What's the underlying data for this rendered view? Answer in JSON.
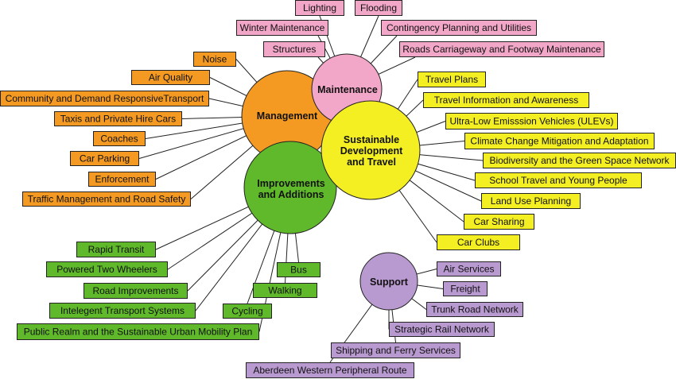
{
  "colors": {
    "maintenance": "#f2a6c8",
    "management": "#f49a22",
    "sustainable": "#f4ef22",
    "improvements": "#5fb92a",
    "support": "#b99ad0",
    "line": "#222222"
  },
  "hubs": {
    "management": {
      "label": "Management"
    },
    "maintenance": {
      "label": "Maintenance"
    },
    "sustainable": {
      "lines": [
        "Sustainable",
        "Development",
        "and Travel"
      ]
    },
    "improvements": {
      "lines": [
        "Improvements",
        "and Additions"
      ]
    },
    "support": {
      "label": "Support"
    }
  },
  "maintenance_items": [
    "Lighting",
    "Flooding",
    "Winter Maintenance",
    "Contingency Planning and Utilities",
    "Structures",
    "Roads Carriageway and Footway Maintenance"
  ],
  "management_items": [
    "Noise",
    "Air Quality",
    "Community and Demand ResponsiveTransport",
    "Taxis and Private Hire Cars",
    "Coaches",
    "Car Parking",
    "Enforcement",
    "Traffic Management and Road Safety"
  ],
  "sustainable_items": [
    "Travel Plans",
    "Travel Information and Awareness",
    "Ultra-Low Emisssion Vehicles (ULEVs)",
    "Climate Change Mitigation and Adaptation",
    "Biodiversity and the Green Space Network",
    "School Travel and Young People",
    "Land Use Planning",
    "Car Sharing",
    "Car Clubs"
  ],
  "improvements_items": [
    "Rapid Transit",
    "Powered Two Wheelers",
    "Road Improvements",
    "Intelegent Transport Systems",
    "Public Realm and the Sustainable Urban Mobility Plan",
    "Bus",
    "Walking",
    "Cycling"
  ],
  "support_items": [
    "Air Services",
    "Freight",
    "Trunk Road Network",
    "Strategic Rail Network",
    "Shipping and Ferry Services",
    "Aberdeen Western Peripheral Route"
  ]
}
